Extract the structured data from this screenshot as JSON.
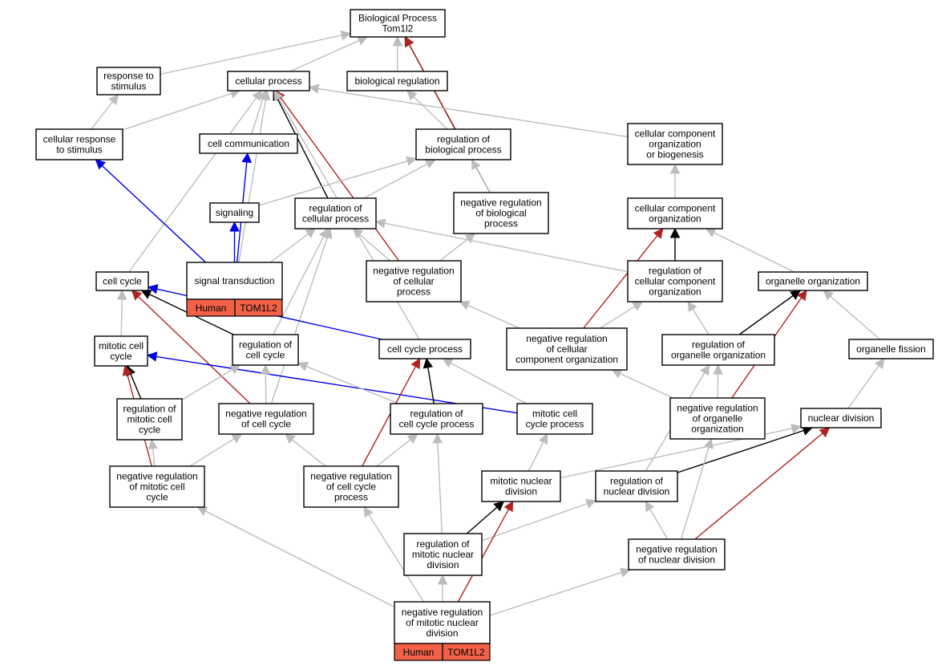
{
  "graph": {
    "colors": {
      "is_a": "#bdbdbd",
      "part_of": "#000000",
      "regulates": "#000000",
      "negatively_regulates": "#b22222",
      "signaling": "#0000ee",
      "annotation_fill": "#f26147"
    },
    "nodes": [
      {
        "id": "bp",
        "lines": [
          "Biological Process",
          "Tom1l2"
        ]
      },
      {
        "id": "resp_stim",
        "lines": [
          "response to",
          "stimulus"
        ]
      },
      {
        "id": "cell_proc",
        "lines": [
          "cellular process"
        ]
      },
      {
        "id": "bio_reg",
        "lines": [
          "biological regulation"
        ]
      },
      {
        "id": "cell_resp_stim",
        "lines": [
          "cellular response",
          "to stimulus"
        ]
      },
      {
        "id": "cell_comm",
        "lines": [
          "cell communication"
        ]
      },
      {
        "id": "reg_bio_proc",
        "lines": [
          "regulation of",
          "biological process"
        ]
      },
      {
        "id": "cc_org_biogen",
        "lines": [
          "cellular component",
          "organization",
          "or biogenesis"
        ]
      },
      {
        "id": "signaling",
        "lines": [
          "signaling"
        ]
      },
      {
        "id": "reg_cell_proc",
        "lines": [
          "regulation of",
          "cellular process"
        ]
      },
      {
        "id": "neg_reg_bio_proc",
        "lines": [
          "negative regulation",
          "of biological",
          "process"
        ]
      },
      {
        "id": "cc_org",
        "lines": [
          "cellular component",
          "organization"
        ]
      },
      {
        "id": "sig_trans",
        "lines": [
          "signal transduction"
        ],
        "tags": [
          "Human",
          "TOM1L2"
        ]
      },
      {
        "id": "cell_cycle",
        "lines": [
          "cell cycle"
        ]
      },
      {
        "id": "neg_reg_cell_proc",
        "lines": [
          "negative regulation",
          "of cellular",
          "process"
        ]
      },
      {
        "id": "reg_cc_org",
        "lines": [
          "regulation of",
          "cellular component",
          "organization"
        ]
      },
      {
        "id": "organelle_org",
        "lines": [
          "organelle organization"
        ]
      },
      {
        "id": "mitotic_cc",
        "lines": [
          "mitotic cell",
          "cycle"
        ]
      },
      {
        "id": "reg_cell_cycle",
        "lines": [
          "regulation of",
          "cell cycle"
        ]
      },
      {
        "id": "cc_process",
        "lines": [
          "cell cycle process"
        ]
      },
      {
        "id": "neg_reg_cc_org",
        "lines": [
          "negative regulation",
          "of cellular",
          "component organization"
        ]
      },
      {
        "id": "reg_organelle_org",
        "lines": [
          "regulation of",
          "organelle organization"
        ]
      },
      {
        "id": "organelle_fission",
        "lines": [
          "organelle fission"
        ]
      },
      {
        "id": "reg_mitotic_cc",
        "lines": [
          "regulation of",
          "mitotic cell",
          "cycle"
        ]
      },
      {
        "id": "neg_reg_cell_cycle",
        "lines": [
          "negative regulation",
          "of cell cycle"
        ]
      },
      {
        "id": "reg_cc_process",
        "lines": [
          "regulation of",
          "cell cycle process"
        ]
      },
      {
        "id": "mitotic_cc_process",
        "lines": [
          "mitotic cell",
          "cycle process"
        ]
      },
      {
        "id": "neg_reg_organelle_org",
        "lines": [
          "negative regulation",
          "of organelle",
          "organization"
        ]
      },
      {
        "id": "nuclear_div",
        "lines": [
          "nuclear division"
        ]
      },
      {
        "id": "neg_reg_mitotic_cc",
        "lines": [
          "negative regulation",
          "of mitotic cell",
          "cycle"
        ]
      },
      {
        "id": "neg_reg_cc_process",
        "lines": [
          "negative regulation",
          "of cell cycle",
          "process"
        ]
      },
      {
        "id": "mitotic_nuc_div",
        "lines": [
          "mitotic nuclear",
          "division"
        ]
      },
      {
        "id": "reg_nuc_div",
        "lines": [
          "regulation of",
          "nuclear division"
        ]
      },
      {
        "id": "reg_mitotic_nuc_div",
        "lines": [
          "regulation of",
          "mitotic nuclear",
          "division"
        ]
      },
      {
        "id": "neg_reg_nuc_div",
        "lines": [
          "negative regulation",
          "of nuclear division"
        ]
      },
      {
        "id": "neg_reg_mitotic_nuc_div",
        "lines": [
          "negative regulation",
          "of mitotic nuclear",
          "division"
        ],
        "tags": [
          "Human",
          "TOM1L2"
        ]
      }
    ],
    "edges": [
      {
        "from": "resp_stim",
        "to": "bp",
        "type": "is_a"
      },
      {
        "from": "cell_proc",
        "to": "bp",
        "type": "is_a"
      },
      {
        "from": "bio_reg",
        "to": "bp",
        "type": "is_a"
      },
      {
        "from": "reg_bio_proc",
        "to": "bp",
        "type": "regulates"
      },
      {
        "from": "neg_reg_bio_proc",
        "to": "bp",
        "type": "negatively_regulates"
      },
      {
        "from": "cell_resp_stim",
        "to": "resp_stim",
        "type": "is_a"
      },
      {
        "from": "cell_resp_stim",
        "to": "cell_proc",
        "type": "is_a"
      },
      {
        "from": "cell_comm",
        "to": "cell_proc",
        "type": "is_a"
      },
      {
        "from": "reg_bio_proc",
        "to": "bio_reg",
        "type": "is_a"
      },
      {
        "from": "reg_cell_proc",
        "to": "cell_proc",
        "type": "regulates"
      },
      {
        "from": "neg_reg_cell_proc",
        "to": "cell_proc",
        "type": "negatively_regulates"
      },
      {
        "from": "cc_org_biogen",
        "to": "cell_proc",
        "type": "is_a"
      },
      {
        "from": "cell_cycle",
        "to": "cell_proc",
        "type": "is_a"
      },
      {
        "from": "sig_trans",
        "to": "cell_proc",
        "type": "is_a"
      },
      {
        "from": "cc_process",
        "to": "cell_proc",
        "type": "is_a"
      },
      {
        "from": "signaling",
        "to": "reg_bio_proc",
        "type": "is_a"
      },
      {
        "from": "reg_cell_proc",
        "to": "reg_bio_proc",
        "type": "is_a"
      },
      {
        "from": "neg_reg_bio_proc",
        "to": "reg_bio_proc",
        "type": "is_a"
      },
      {
        "from": "sig_trans",
        "to": "cell_resp_stim",
        "type": "signaling"
      },
      {
        "from": "sig_trans",
        "to": "cell_comm",
        "type": "signaling"
      },
      {
        "from": "sig_trans",
        "to": "signaling",
        "type": "signaling"
      },
      {
        "from": "sig_trans",
        "to": "reg_cell_proc",
        "type": "is_a"
      },
      {
        "from": "neg_reg_cell_proc",
        "to": "reg_cell_proc",
        "type": "is_a"
      },
      {
        "from": "neg_reg_cell_proc",
        "to": "neg_reg_bio_proc",
        "type": "is_a"
      },
      {
        "from": "reg_cc_org",
        "to": "reg_cell_proc",
        "type": "is_a"
      },
      {
        "from": "reg_cell_cycle",
        "to": "reg_cell_proc",
        "type": "is_a"
      },
      {
        "from": "neg_reg_cell_cycle",
        "to": "reg_cell_proc",
        "type": "is_a"
      },
      {
        "from": "cc_org",
        "to": "cc_org_biogen",
        "type": "is_a"
      },
      {
        "from": "reg_cc_org",
        "to": "cc_org",
        "type": "regulates"
      },
      {
        "from": "neg_reg_cc_org",
        "to": "cc_org",
        "type": "negatively_regulates"
      },
      {
        "from": "organelle_org",
        "to": "cc_org",
        "type": "is_a"
      },
      {
        "from": "mitotic_cc",
        "to": "cell_cycle",
        "type": "is_a"
      },
      {
        "from": "reg_cell_cycle",
        "to": "cell_cycle",
        "type": "regulates"
      },
      {
        "from": "neg_reg_cell_cycle",
        "to": "cell_cycle",
        "type": "negatively_regulates"
      },
      {
        "from": "cc_process",
        "to": "cell_cycle",
        "type": "signaling"
      },
      {
        "from": "neg_reg_cc_org",
        "to": "neg_reg_cell_proc",
        "type": "is_a"
      },
      {
        "from": "neg_reg_cc_org",
        "to": "reg_cc_org",
        "type": "is_a"
      },
      {
        "from": "reg_organelle_org",
        "to": "reg_cc_org",
        "type": "is_a"
      },
      {
        "from": "reg_organelle_org",
        "to": "organelle_org",
        "type": "regulates"
      },
      {
        "from": "neg_reg_organelle_org",
        "to": "organelle_org",
        "type": "negatively_regulates"
      },
      {
        "from": "organelle_fission",
        "to": "organelle_org",
        "type": "is_a"
      },
      {
        "from": "reg_mitotic_cc",
        "to": "mitotic_cc",
        "type": "regulates"
      },
      {
        "from": "neg_reg_mitotic_cc",
        "to": "mitotic_cc",
        "type": "negatively_regulates"
      },
      {
        "from": "mitotic_cc_process",
        "to": "mitotic_cc",
        "type": "signaling"
      },
      {
        "from": "reg_mitotic_cc",
        "to": "reg_cell_cycle",
        "type": "is_a"
      },
      {
        "from": "neg_reg_cell_cycle",
        "to": "reg_cell_cycle",
        "type": "is_a"
      },
      {
        "from": "reg_cc_process",
        "to": "reg_cell_cycle",
        "type": "is_a"
      },
      {
        "from": "reg_cc_process",
        "to": "cc_process",
        "type": "regulates"
      },
      {
        "from": "neg_reg_cc_process",
        "to": "cc_process",
        "type": "negatively_regulates"
      },
      {
        "from": "mitotic_cc_process",
        "to": "cc_process",
        "type": "is_a"
      },
      {
        "from": "neg_reg_organelle_org",
        "to": "neg_reg_cc_org",
        "type": "is_a"
      },
      {
        "from": "neg_reg_organelle_org",
        "to": "reg_organelle_org",
        "type": "is_a"
      },
      {
        "from": "reg_nuc_div",
        "to": "reg_organelle_org",
        "type": "is_a"
      },
      {
        "from": "nuclear_div",
        "to": "organelle_fission",
        "type": "is_a"
      },
      {
        "from": "neg_reg_mitotic_cc",
        "to": "reg_mitotic_cc",
        "type": "is_a"
      },
      {
        "from": "neg_reg_mitotic_cc",
        "to": "neg_reg_cell_cycle",
        "type": "is_a"
      },
      {
        "from": "neg_reg_cc_process",
        "to": "neg_reg_cell_cycle",
        "type": "is_a"
      },
      {
        "from": "neg_reg_cc_process",
        "to": "reg_cc_process",
        "type": "is_a"
      },
      {
        "from": "reg_mitotic_nuc_div",
        "to": "reg_cc_process",
        "type": "is_a"
      },
      {
        "from": "mitotic_nuc_div",
        "to": "mitotic_cc_process",
        "type": "is_a"
      },
      {
        "from": "mitotic_nuc_div",
        "to": "nuclear_div",
        "type": "is_a"
      },
      {
        "from": "reg_nuc_div",
        "to": "nuclear_div",
        "type": "regulates"
      },
      {
        "from": "neg_reg_nuc_div",
        "to": "nuclear_div",
        "type": "negatively_regulates"
      },
      {
        "from": "neg_reg_nuc_div",
        "to": "reg_nuc_div",
        "type": "is_a"
      },
      {
        "from": "neg_reg_nuc_div",
        "to": "neg_reg_organelle_org",
        "type": "is_a"
      },
      {
        "from": "reg_mitotic_nuc_div",
        "to": "mitotic_nuc_div",
        "type": "regulates"
      },
      {
        "from": "reg_mitotic_nuc_div",
        "to": "reg_nuc_div",
        "type": "is_a"
      },
      {
        "from": "neg_reg_mitotic_nuc_div",
        "to": "reg_mitotic_nuc_div",
        "type": "is_a"
      },
      {
        "from": "neg_reg_mitotic_nuc_div",
        "to": "mitotic_nuc_div",
        "type": "negatively_regulates"
      },
      {
        "from": "neg_reg_mitotic_nuc_div",
        "to": "neg_reg_mitotic_cc",
        "type": "is_a"
      },
      {
        "from": "neg_reg_mitotic_nuc_div",
        "to": "neg_reg_cc_process",
        "type": "is_a"
      },
      {
        "from": "neg_reg_mitotic_nuc_div",
        "to": "neg_reg_nuc_div",
        "type": "is_a"
      }
    ]
  }
}
